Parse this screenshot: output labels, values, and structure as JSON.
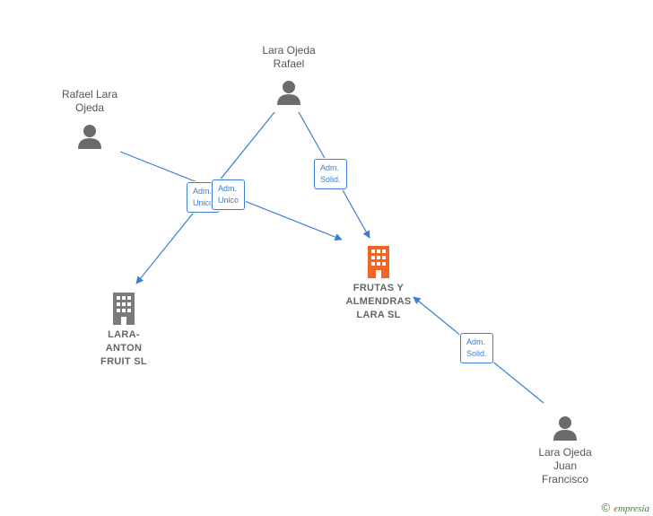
{
  "people": [
    {
      "id": "lara-ojeda-rafael",
      "label": "Lara Ojeda\nRafael"
    },
    {
      "id": "rafael-lara-ojeda",
      "label": "Rafael Lara\nOjeda"
    },
    {
      "id": "lara-ojeda-juan-francisco",
      "label": "Lara Ojeda\nJuan\nFrancisco"
    }
  ],
  "companies": [
    {
      "id": "frutas-y-almendras-lara",
      "label": "FRUTAS Y\nALMENDRAS\nLARA  SL",
      "color": "#f26522"
    },
    {
      "id": "lara-anton-fruit",
      "label": "LARA-\nANTON\nFRUIT SL",
      "color": "#7a7a7a"
    }
  ],
  "relations": [
    {
      "from": "lara-ojeda-rafael",
      "to": "frutas-y-almendras-lara",
      "label": "Adm.\nSolid."
    },
    {
      "from": "lara-ojeda-rafael",
      "to": "lara-anton-fruit",
      "label": "Adm.\nUnico"
    },
    {
      "from": "rafael-lara-ojeda",
      "to": "frutas-y-almendras-lara",
      "label": "Adm.\nUnico"
    },
    {
      "from": "lara-ojeda-juan-francisco",
      "to": "frutas-y-almendras-lara",
      "label": "Adm.\nSolid."
    }
  ],
  "colors": {
    "edge": "#3b7fd4",
    "person_icon": "#6b6b6b",
    "highlight_company": "#f26522"
  },
  "footer": {
    "copyright": "©",
    "brand_initial": "e",
    "brand_rest": "mpresia"
  }
}
